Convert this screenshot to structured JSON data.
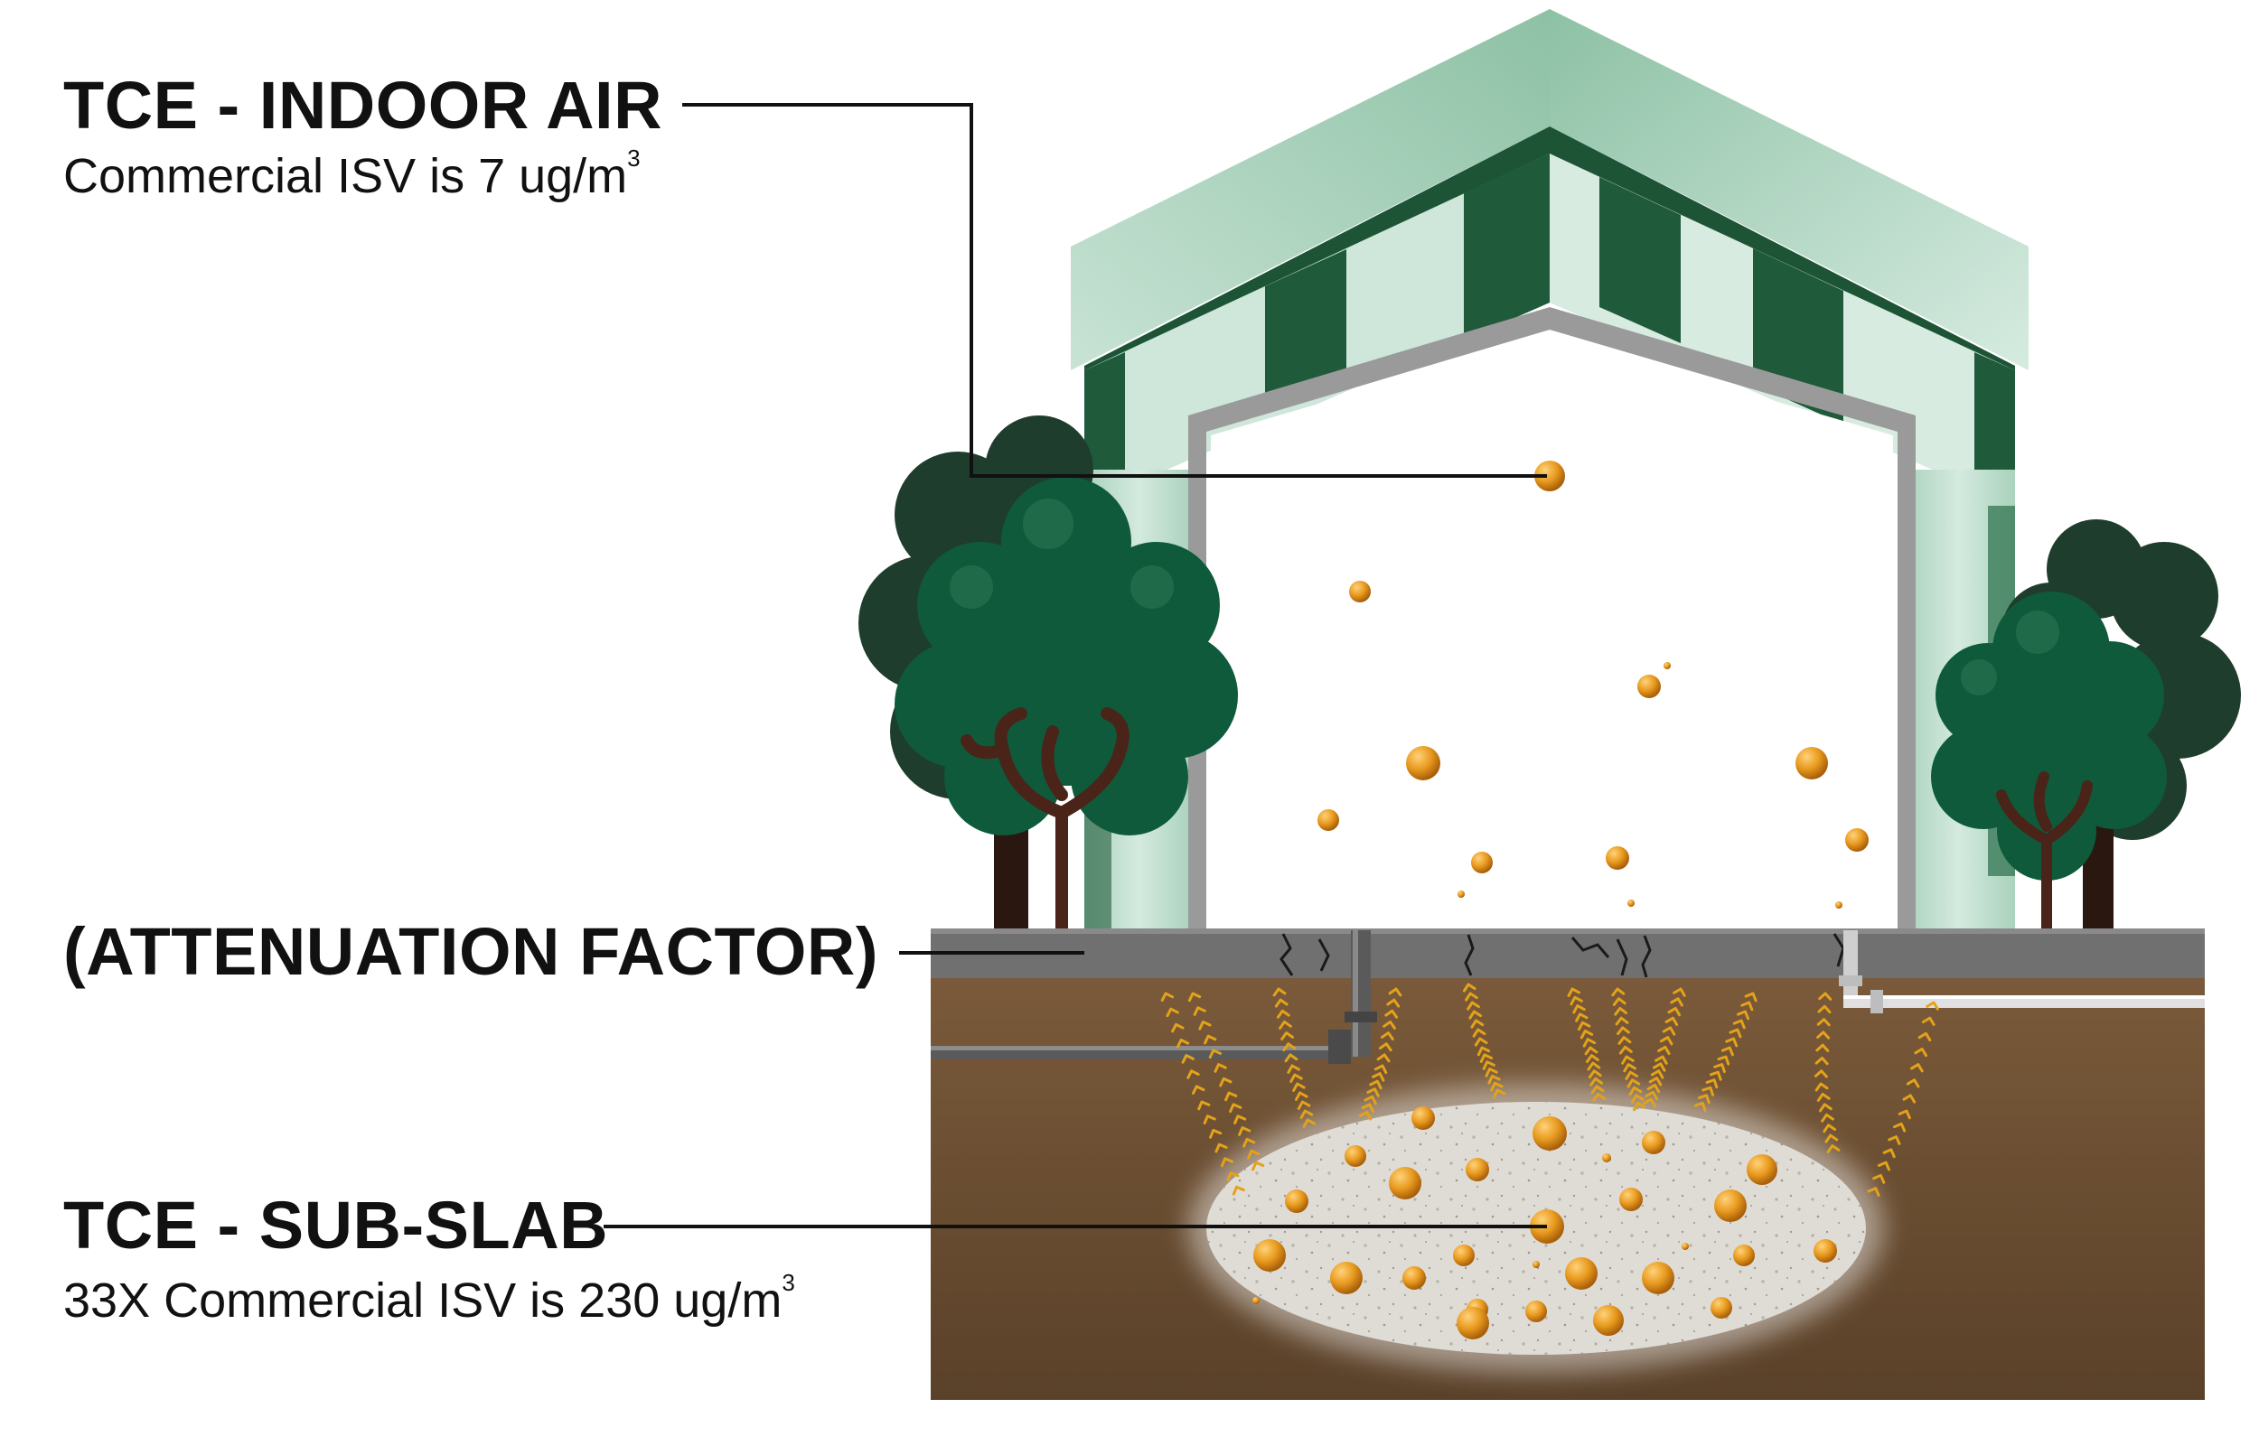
{
  "labels": {
    "indoor_air": {
      "title": "TCE - INDOOR AIR",
      "subtitle": "Commercial ISV is 7 ug/m",
      "superscript": "3"
    },
    "attenuation": {
      "title": "(ATTENUATION FACTOR)"
    },
    "sub_slab": {
      "title": "TCE - SUB-SLAB",
      "subtitle": "33X  Commercial ISV is 230 ug/m",
      "superscript": "3"
    }
  },
  "colors": {
    "roof_light": "#b9dac8",
    "roof_mid": "#8cc1a4",
    "roof_dark": "#1f5a3a",
    "tree_dark": "#1f3d2c",
    "tree_green": "#0f5a3b",
    "trunk": "#4a2418",
    "slab": "#6e6e6e",
    "soil": "#6b4f33",
    "plume": "#dcdcd6",
    "particle": "#e89a1e",
    "arrow": "#e3a21a",
    "leader": "#111111"
  }
}
